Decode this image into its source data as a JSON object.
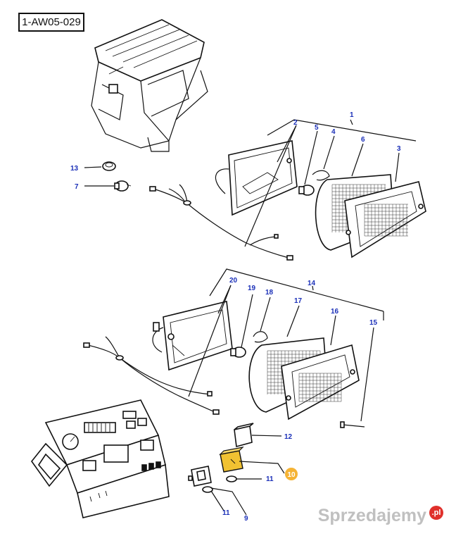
{
  "reference_code": "1-AW05-029",
  "callouts": {
    "c1": "1",
    "c2": "2",
    "c3": "3",
    "c4": "4",
    "c5": "5",
    "c6": "6",
    "c7": "7",
    "c9": "9",
    "c10": "10",
    "c11a": "11",
    "c11b": "11",
    "c12": "12",
    "c13": "13",
    "c14": "14",
    "c15": "15",
    "c16": "16",
    "c17": "17",
    "c18": "18",
    "c19": "19",
    "c20": "20"
  },
  "highlight": {
    "callout": "10",
    "color": "#f5b335"
  },
  "callout_color": "#1a2fb8",
  "watermark": {
    "text": "Sprzedajemy",
    "badge": ".pl",
    "badge_color": "#e0302b"
  }
}
